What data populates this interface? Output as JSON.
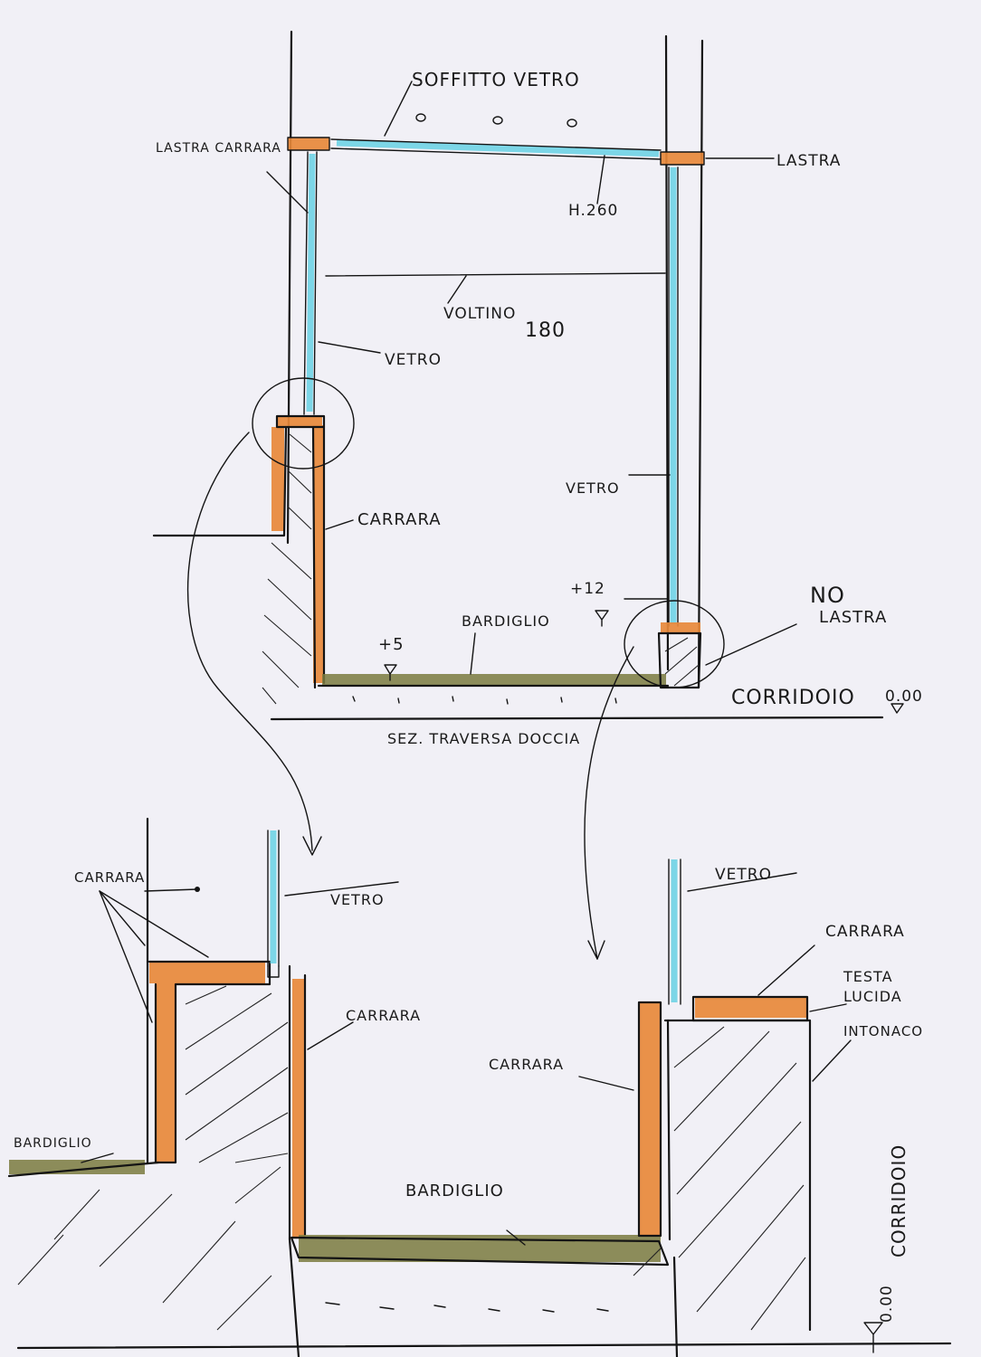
{
  "colors": {
    "paper": "#f1f0f6",
    "ink": "#141414",
    "glass": "#6fd3e6",
    "carrara_marble": "#e8893a",
    "bardiglio_stone": "#7a7a3e"
  },
  "top_section": {
    "title": "SEZ. TRAVERSA DOCCIA",
    "labels": {
      "soffitto": "SOFFITTO VETRO",
      "lastra_carrara": "LASTRA CARRARA",
      "lastra": "LASTRA",
      "h260": "H.260",
      "voltino": "VOLTINO",
      "voltino_value": "180",
      "vetro_left": "VETRO",
      "vetro_right": "VETRO",
      "carrara": "CARRARA",
      "plus12": "+12",
      "no_lastra_1": "NO",
      "no_lastra_2": "LASTRA",
      "bardiglio": "BARDIGLIO",
      "plus5": "+5",
      "corridoio": "CORRIDOIO",
      "corridoio_level": "0.00"
    }
  },
  "bottom_section": {
    "labels": {
      "carrara_left": "CARRARA",
      "vetro_left": "VETRO",
      "carrara_mid": "CARRARA",
      "bardiglio_left": "BARDIGLIO",
      "bardiglio_mid": "BARDIGLIO",
      "vetro_right": "VETRO",
      "carrara_right_top": "CARRARA",
      "testa_lucida_1": "TESTA",
      "testa_lucida_2": "LUCIDA",
      "intonaco": "INTONACO",
      "carrara_right": "CARRARA",
      "corridoio": "CORRIDOIO",
      "level": "0.00"
    }
  }
}
